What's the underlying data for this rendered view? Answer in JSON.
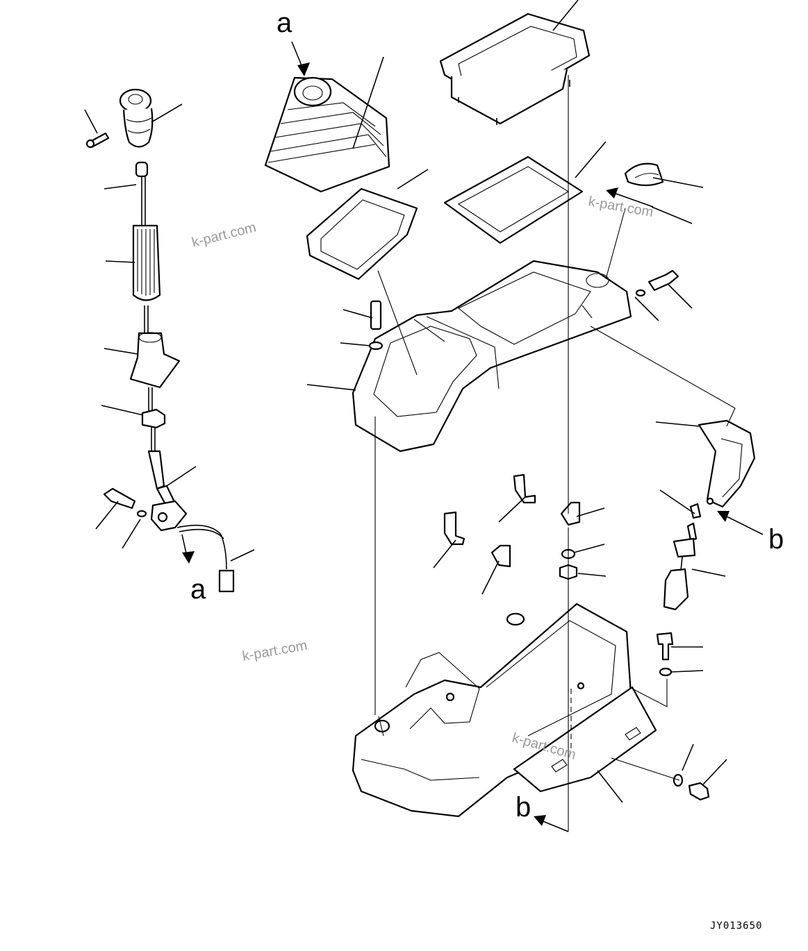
{
  "diagram": {
    "reference_labels": [
      "a",
      "a",
      "b",
      "b"
    ],
    "watermarks": [
      "k-part.com",
      "k-part.com",
      "k-part.com",
      "k-part.com"
    ],
    "drawing_code": "JY013650"
  }
}
